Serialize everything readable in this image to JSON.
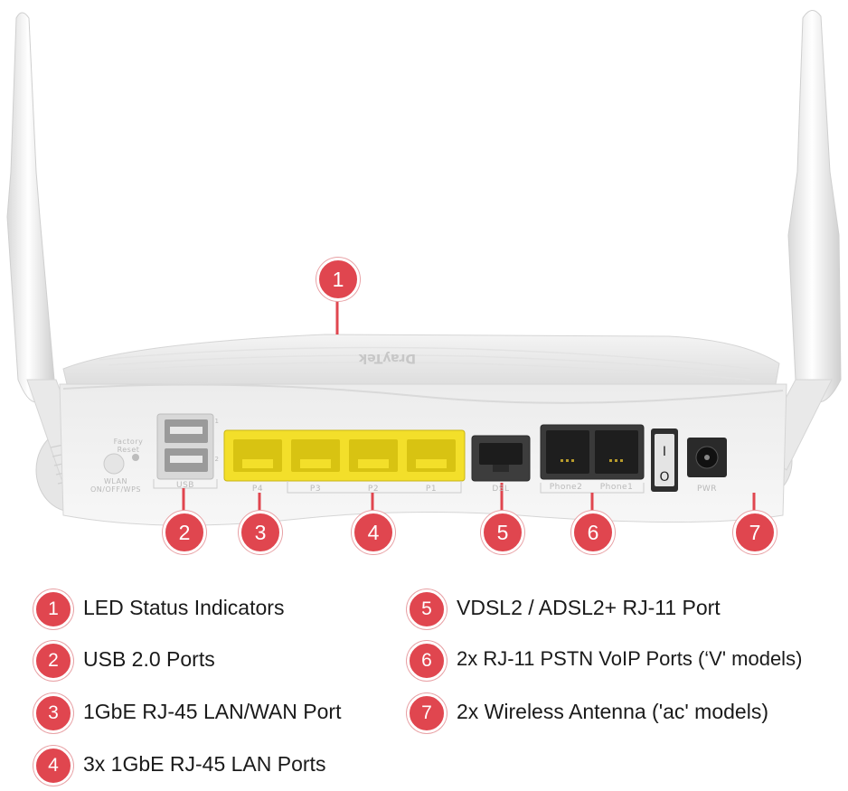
{
  "product": {
    "brand_text": "DrayTek",
    "factory_reset_label": "Factory Reset",
    "wlan_label": "WLAN ON/OFF/WPS",
    "usb_label": "USB",
    "usb_port_numbers": [
      "1",
      "2"
    ],
    "lan_labels": [
      "P4",
      "P3",
      "P2",
      "P1"
    ],
    "dsl_label": "DSL",
    "phone_labels": [
      "Phone2",
      "Phone1"
    ],
    "pwr_label": "PWR",
    "switch_marks": [
      "I",
      "O"
    ]
  },
  "callouts": [
    {
      "number": "1"
    },
    {
      "number": "2"
    },
    {
      "number": "3"
    },
    {
      "number": "4"
    },
    {
      "number": "5"
    },
    {
      "number": "6"
    },
    {
      "number": "7"
    }
  ],
  "legend": [
    {
      "number": "1",
      "text": "LED Status Indicators"
    },
    {
      "number": "2",
      "text": "USB 2.0 Ports"
    },
    {
      "number": "3",
      "text": "1GbE RJ-45 LAN/WAN Port"
    },
    {
      "number": "4",
      "text": "3x 1GbE RJ-45 LAN Ports"
    },
    {
      "number": "5",
      "text": "VDSL2 / ADSL2+ RJ-11 Port"
    },
    {
      "number": "6",
      "text": "2x RJ-11 PSTN VoIP Ports (‘V' models)"
    },
    {
      "number": "7",
      "text": "2x Wireless Antenna ('ac' models)"
    }
  ],
  "colors": {
    "badge": "#e0464f",
    "lan_port": "#f3df2a",
    "router_body": "#ececec"
  }
}
